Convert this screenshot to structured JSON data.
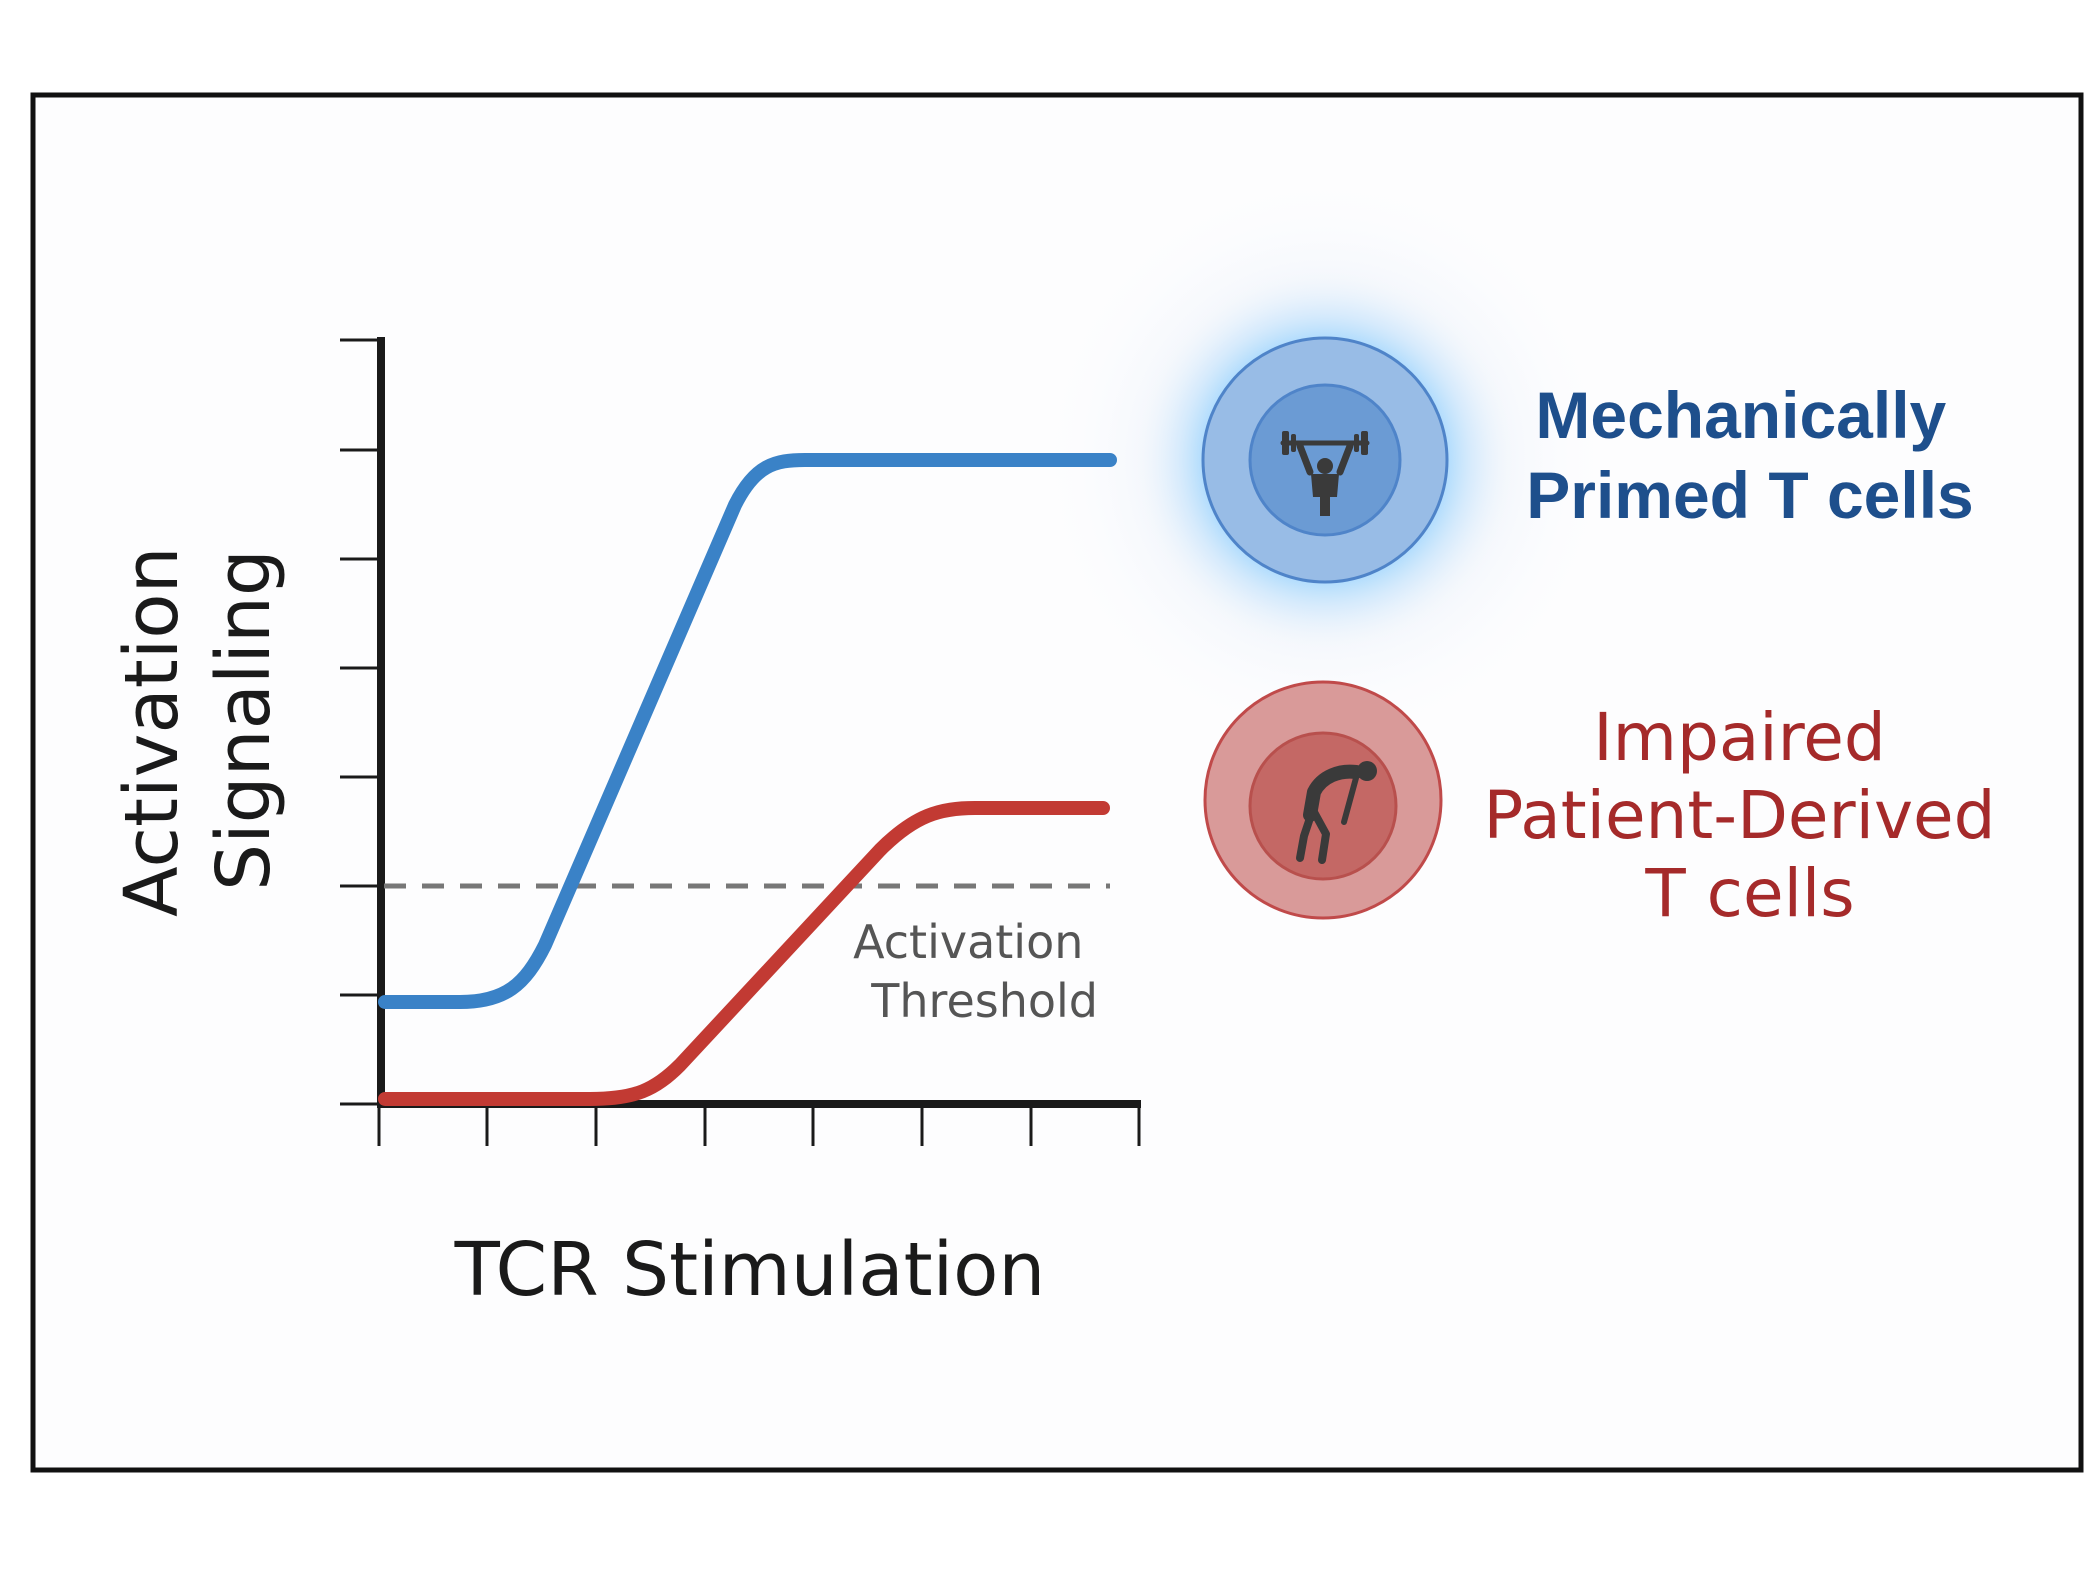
{
  "figure": {
    "y_axis_label": [
      "Activation",
      "Signaling"
    ],
    "x_axis_label": "TCR Stimulation",
    "threshold_label": [
      "Activation",
      "Threshold"
    ],
    "primed_label": [
      "Mechanically",
      "Primed T cells"
    ],
    "impaired_label": [
      "Impaired",
      "Patient-Derived",
      "T cells"
    ]
  },
  "icons": {
    "primed_cell": "weightlifter-icon",
    "impaired_cell": "tired-person-icon"
  },
  "colors": {
    "primed": "#3a82c7",
    "impaired": "#c23a33",
    "threshold": "#777777",
    "frame": "#111111"
  }
}
